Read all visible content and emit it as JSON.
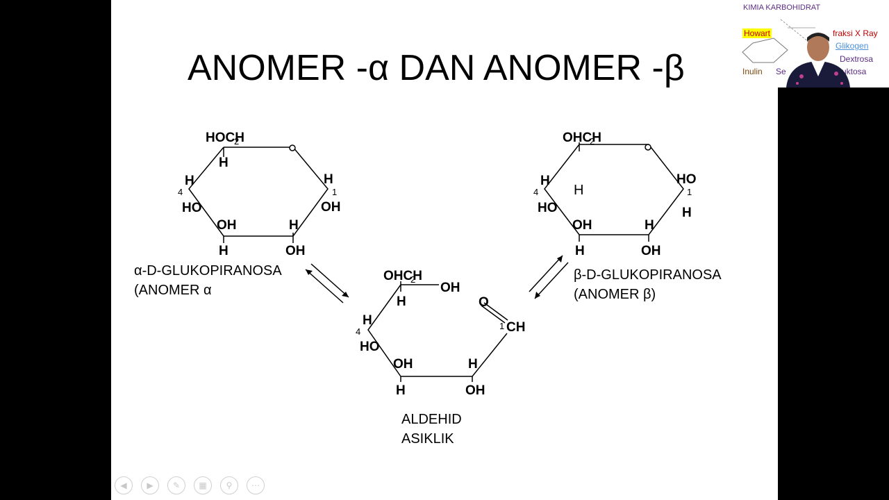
{
  "slide": {
    "title": "ANOMER -α DAN ANOMER -β",
    "alpha": {
      "label_line1": "α-D-GLUKOPIRANOSA",
      "label_line2": "(ANOMER α",
      "groups": {
        "top": "HOCH",
        "top_sub": "2",
        "top_h": "H",
        "c4_h": "H",
        "c4_num": "4",
        "c4_ho": "HO",
        "c1_h": "H",
        "c1_num": "1",
        "c1_oh": "OH",
        "c3_oh": "OH",
        "c3_h": "H",
        "c2_h": "H",
        "c2_oh": "OH"
      }
    },
    "beta": {
      "label_line1": "β-D-GLUKOPIRANOSA",
      "label_line2": "(ANOMER β)",
      "groups": {
        "top": "OHCH",
        "top_sub": "2",
        "ring_h": "H",
        "c4_h": "H",
        "c4_num": "4",
        "c4_ho": "HO",
        "c1_ho": "HO",
        "c1_num": "1",
        "c1_h": "H",
        "c3_oh": "OH",
        "c3_h": "H",
        "c2_h": "H",
        "c2_oh": "OH"
      }
    },
    "open": {
      "label_line1": "ALDEHID",
      "label_line2": "ASIKLIK",
      "groups": {
        "top": "OHCH",
        "top_sub": "2",
        "top_oh": "OH",
        "top_h": "H",
        "c4_h": "H",
        "c4_num": "4",
        "c4_ho": "HO",
        "c3_oh": "OH",
        "c3_h": "H",
        "c2_h": "H",
        "c2_oh": "OH",
        "aldo_o": "O",
        "c1_num": "1",
        "c1_ch": "CH"
      }
    }
  },
  "thumbnail": {
    "title": "KIMIA KARBOHIDRAT",
    "howart": "Howart",
    "difraksi": "fraksi X Ray",
    "glikogen": "Glikogen",
    "dextrosa": "Dextrosa",
    "inulin": "Inulin",
    "se": "Se",
    "uktosa": "uktosa",
    "colors": {
      "howart_bg": "#ffff00",
      "howart_fg": "#c00000",
      "glikogen": "#4a90d9",
      "purple": "#5b2c83",
      "brown": "#7a4a10"
    }
  },
  "controls": [
    {
      "name": "prev-slide-icon",
      "glyph": "◀"
    },
    {
      "name": "next-slide-icon",
      "glyph": "▶"
    },
    {
      "name": "pen-icon",
      "glyph": "✎"
    },
    {
      "name": "slides-grid-icon",
      "glyph": "▦"
    },
    {
      "name": "zoom-icon",
      "glyph": "⚲"
    },
    {
      "name": "more-icon",
      "glyph": "⋯"
    }
  ]
}
